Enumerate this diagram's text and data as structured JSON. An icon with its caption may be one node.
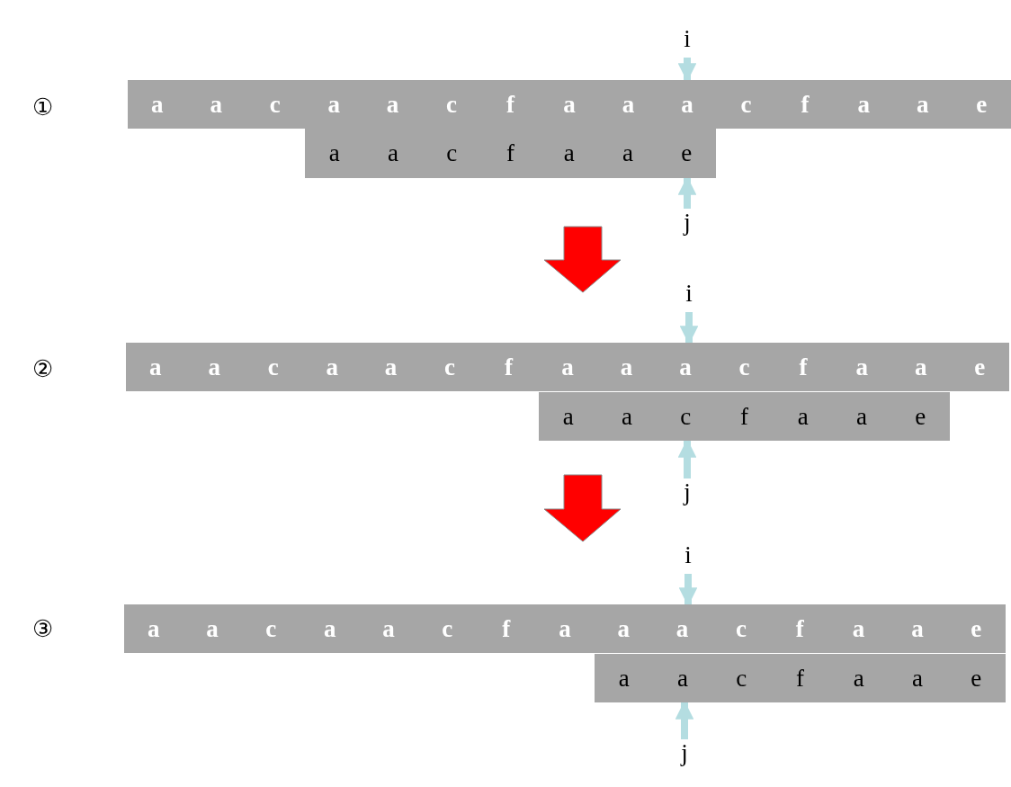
{
  "diagram": {
    "nodes": [
      {
        "text": [
          "i"
        ]
      },
      {
        "text": [
          "a",
          "a",
          "c",
          "a",
          "a",
          "c",
          "f",
          "a",
          "a",
          "a",
          "c",
          "f",
          "a",
          "a",
          "e"
        ]
      },
      {
        "text": [
          "a",
          "a",
          "c",
          "f",
          "a",
          "a",
          "e"
        ]
      },
      {
        "text": [
          "j"
        ]
      },
      {
        "text": [
          "i"
        ]
      },
      {
        "text": [
          "a",
          "a",
          "c",
          "a",
          "a",
          "c",
          "f",
          "a",
          "a",
          "a",
          "c",
          "f",
          "a",
          "a",
          "e"
        ]
      },
      {
        "text": [
          "a",
          "a",
          "c",
          "f",
          "a",
          "a",
          "e"
        ]
      },
      {
        "text": [
          "j"
        ]
      },
      {
        "text": [
          "i"
        ]
      },
      {
        "text": [
          "a",
          "a",
          "c",
          "a",
          "a",
          "c",
          "f",
          "a",
          "a",
          "a",
          "c",
          "f",
          "a",
          "a",
          "e"
        ]
      },
      {
        "text": [
          "a",
          "a",
          "c",
          "f",
          "a",
          "a",
          "e"
        ]
      },
      {
        "text": [
          "j"
        ]
      }
    ],
    "edges": [
      {
        "from": 0,
        "to": 1,
        "arrow": "to"
      },
      {
        "from": 3,
        "to": 2,
        "arrow": "to"
      },
      {
        "from": 4,
        "to": 5,
        "arrow": "to"
      },
      {
        "from": 7,
        "to": 6,
        "arrow": "to"
      },
      {
        "from": 8,
        "to": 9,
        "arrow": "to"
      },
      {
        "from": 11,
        "to": 10,
        "arrow": "to"
      }
    ],
    "labels": [
      "①",
      "②",
      "③"
    ]
  }
}
